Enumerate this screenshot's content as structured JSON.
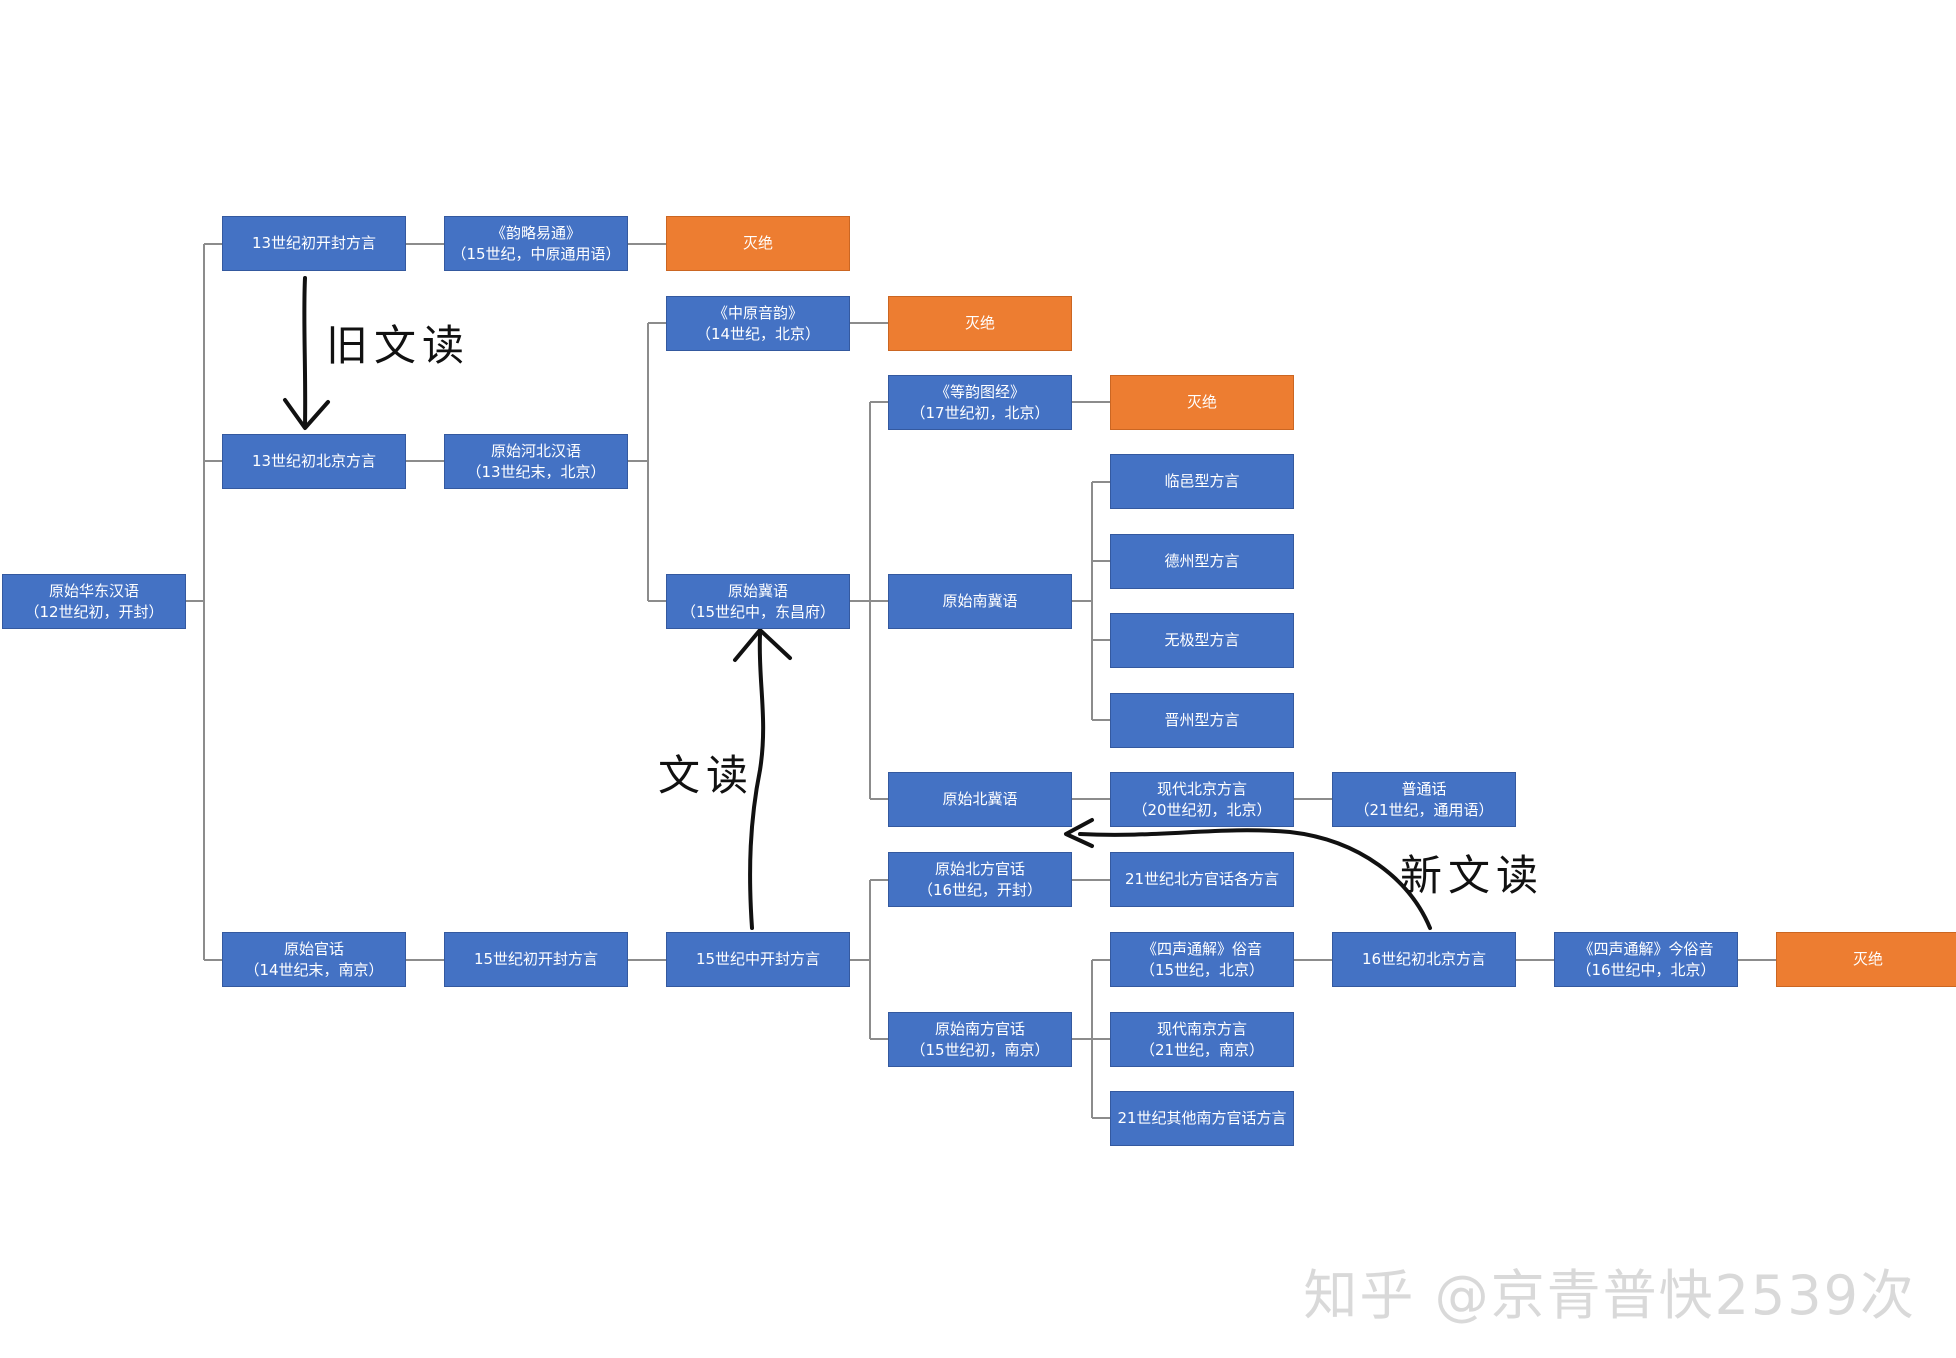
{
  "nodes": {
    "n_proto_huadong": {
      "l1": "原始华东汉语",
      "l2": "（12世纪初，开封）"
    },
    "n_13c_kaifeng": {
      "l1": "13世纪初开封方言",
      "l2": ""
    },
    "n_yunlue": {
      "l1": "《韵略易通》",
      "l2": "（15世纪，中原通用语）"
    },
    "n_extinct_1": {
      "l1": "灭绝",
      "l2": ""
    },
    "n_zhongyuan": {
      "l1": "《中原音韵》",
      "l2": "（14世纪，北京）"
    },
    "n_extinct_2": {
      "l1": "灭绝",
      "l2": ""
    },
    "n_dengyun": {
      "l1": "《等韵图经》",
      "l2": "（17世纪初，北京）"
    },
    "n_extinct_3": {
      "l1": "灭绝",
      "l2": ""
    },
    "n_13c_beijing": {
      "l1": "13世纪初北京方言",
      "l2": ""
    },
    "n_proto_hebei": {
      "l1": "原始河北汉语",
      "l2": "（13世纪末，北京）"
    },
    "n_linyi": {
      "l1": "临邑型方言",
      "l2": ""
    },
    "n_dezhou": {
      "l1": "德州型方言",
      "l2": ""
    },
    "n_proto_ji": {
      "l1": "原始冀语",
      "l2": "（15世纪中，东昌府）"
    },
    "n_proto_south_ji": {
      "l1": "原始南冀语",
      "l2": ""
    },
    "n_wuji": {
      "l1": "无极型方言",
      "l2": ""
    },
    "n_jinzhou": {
      "l1": "晋州型方言",
      "l2": ""
    },
    "n_proto_north_ji": {
      "l1": "原始北冀语",
      "l2": ""
    },
    "n_modern_beijing": {
      "l1": "现代北京方言",
      "l2": "（20世纪初，北京）"
    },
    "n_putonghua": {
      "l1": "普通话",
      "l2": "（21世纪，通用语）"
    },
    "n_proto_north_mandarin": {
      "l1": "原始北方官话",
      "l2": "（16世纪，开封）"
    },
    "n_21c_north_dialects": {
      "l1": "21世纪北方官话各方言",
      "l2": ""
    },
    "n_proto_guanhua": {
      "l1": "原始官话",
      "l2": "（14世纪末，南京）"
    },
    "n_15c_early_kaifeng": {
      "l1": "15世纪初开封方言",
      "l2": ""
    },
    "n_15c_mid_kaifeng": {
      "l1": "15世纪中开封方言",
      "l2": ""
    },
    "n_sisheng_suyin": {
      "l1": "《四声通解》俗音",
      "l2": "（15世纪，北京）"
    },
    "n_16c_beijing": {
      "l1": "16世纪初北京方言",
      "l2": ""
    },
    "n_sisheng_jinsuyin": {
      "l1": "《四声通解》今俗音",
      "l2": "（16世纪中，北京）"
    },
    "n_extinct_4": {
      "l1": "灭绝",
      "l2": ""
    },
    "n_proto_south_mandarin": {
      "l1": "原始南方官话",
      "l2": "（15世纪初，南京）"
    },
    "n_modern_nanjing": {
      "l1": "现代南京方言",
      "l2": "（21世纪，南京）"
    },
    "n_21c_south_dialects": {
      "l1": "21世纪其他南方官话方言",
      "l2": ""
    }
  },
  "annotations": {
    "old_literary": "旧文读",
    "literary": "文读",
    "new_literary": "新文读"
  },
  "watermark": "知乎 @京青普快2539次",
  "colors": {
    "node_blue": "#4472c4",
    "node_orange": "#ed7d31",
    "connector": "#8c8c8c",
    "ink": "#111111"
  }
}
